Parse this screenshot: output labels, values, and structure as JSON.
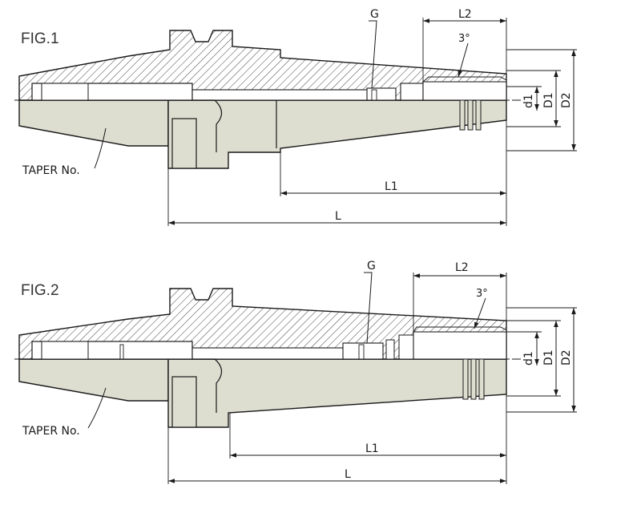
{
  "figures": [
    {
      "id": "fig1",
      "title": "FIG.1",
      "labels": {
        "taper": "TAPER No.",
        "g": "G",
        "l": "L",
        "l1": "L1",
        "l2": "L2",
        "d1": "d1",
        "big_d1": "D1",
        "d2": "D2",
        "angle": "3°"
      }
    },
    {
      "id": "fig2",
      "title": "FIG.2",
      "labels": {
        "taper": "TAPER No.",
        "g": "G",
        "l": "L",
        "l1": "L1",
        "l2": "L2",
        "d1": "d1",
        "big_d1": "D1",
        "d2": "D2",
        "angle": "3°"
      }
    }
  ],
  "colors": {
    "body_fill": "#ddddd0",
    "line": "#1a1a1a",
    "hatch": "#444444"
  }
}
